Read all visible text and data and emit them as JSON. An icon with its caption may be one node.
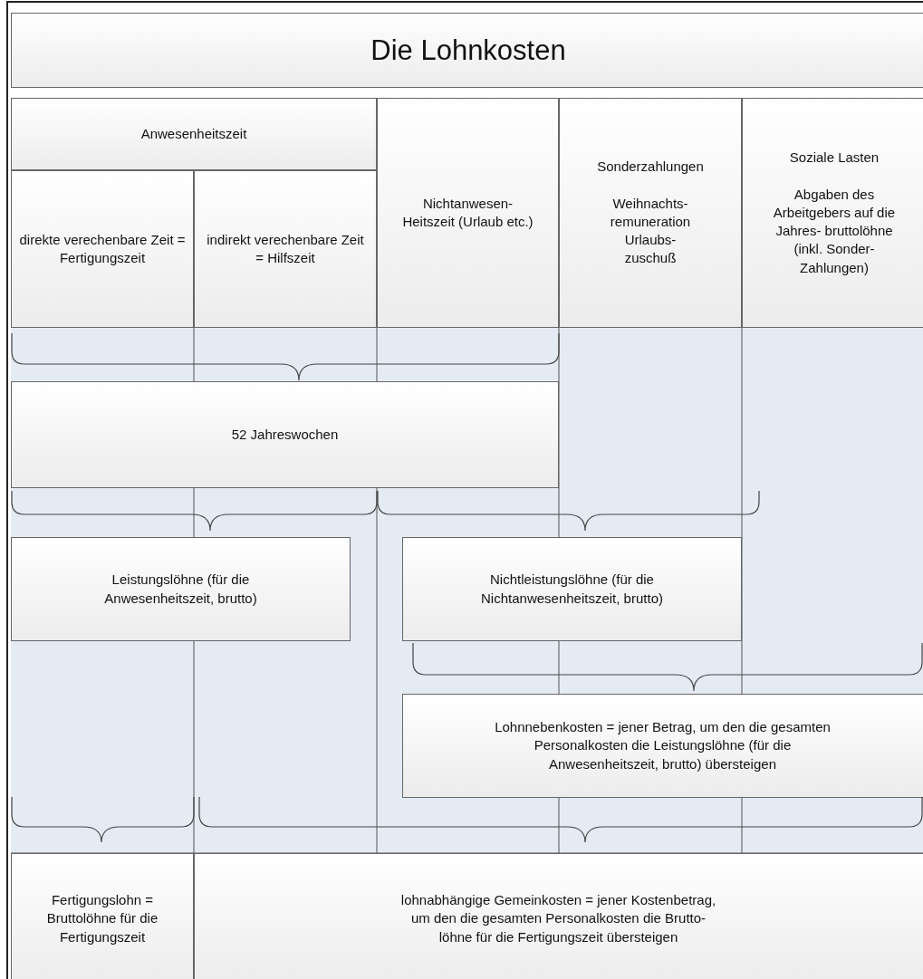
{
  "diagram": {
    "title": "Die Lohnkosten",
    "nodes": [
      {
        "text": [
          "Anwesenheitszeit"
        ]
      },
      {
        "text": [
          "direkte verechenbare Zeit = Fertigungszeit"
        ]
      },
      {
        "text": [
          "indirekt verechenbare Zeit = Hilfszeit"
        ]
      },
      {
        "text": [
          "Nichtanwesen- Heitszeit (Urlaub etc.)"
        ]
      },
      {
        "text": [
          "Sonderzahlungen",
          "Weihnachts- remuneration Urlaubs- zuschuß"
        ]
      },
      {
        "text": [
          "Soziale Lasten",
          "Abgaben des Arbeitgebers auf die Jahres- bruttolöhne (inkl. Sonder- Zahlungen)"
        ]
      },
      {
        "text": [
          "52 Jahreswochen"
        ]
      },
      {
        "text": [
          "Leistungslöhne (für die Anwesenheitszeit, brutto)"
        ]
      },
      {
        "text": [
          "Nichtleistungslöhne (für die Nichtanwesenheitszeit, brutto)"
        ]
      },
      {
        "text": [
          "Lohnnebenkosten = jener Betrag, um den die gesamten Personalkosten die Leistungslöhne (für die Anwesenheitszeit, brutto) übersteigen"
        ]
      },
      {
        "text": [
          "Fertigungslohn = Bruttolöhne für die Fertigungszeit"
        ]
      },
      {
        "text": [
          "lohnabhängige Gemeinkosten = jener Kostenbetrag, um den die gesamten Personalkosten die Brutto- löhne für die Fertigungszeit übersteigen"
        ]
      }
    ]
  }
}
